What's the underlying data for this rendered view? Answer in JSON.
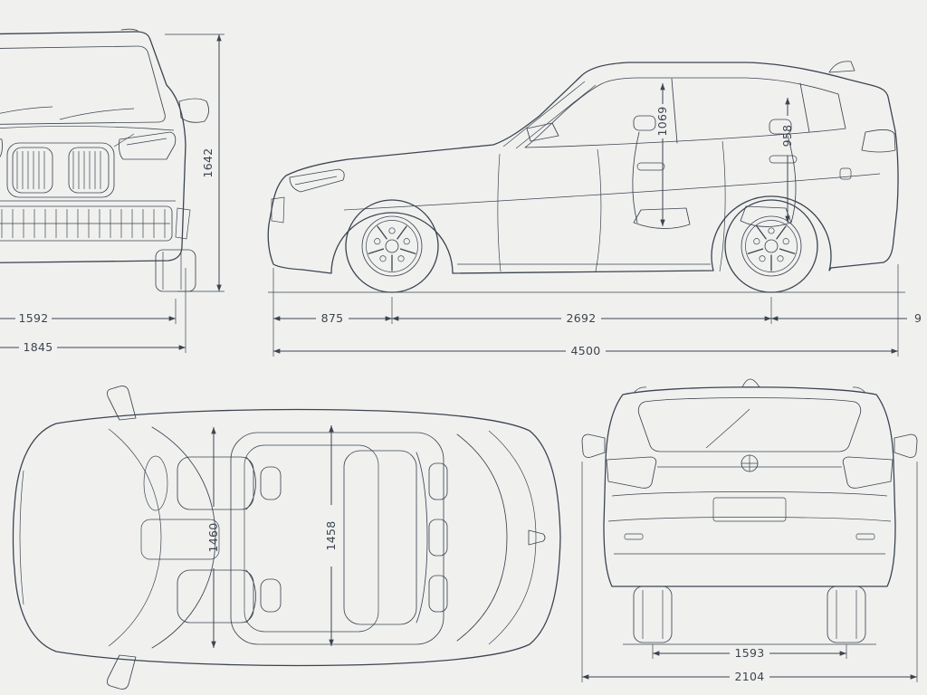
{
  "page": {
    "background": "#f0f1ef",
    "line_color": "#3d4450"
  },
  "views": {
    "front": {
      "name": "front-view",
      "height": "1642",
      "track": "1592",
      "width": "1845"
    },
    "side": {
      "name": "side-view",
      "headroom_front": "1069",
      "headroom_rear": "958",
      "overhang_front": "875",
      "wheelbase": "2692",
      "overhang_rear_partial": "9",
      "length": "4500"
    },
    "top": {
      "name": "top-view",
      "interior_width_front": "1460",
      "interior_width_rear": "1458"
    },
    "rear": {
      "name": "rear-view",
      "track": "1593",
      "overall_width": "2104"
    }
  }
}
